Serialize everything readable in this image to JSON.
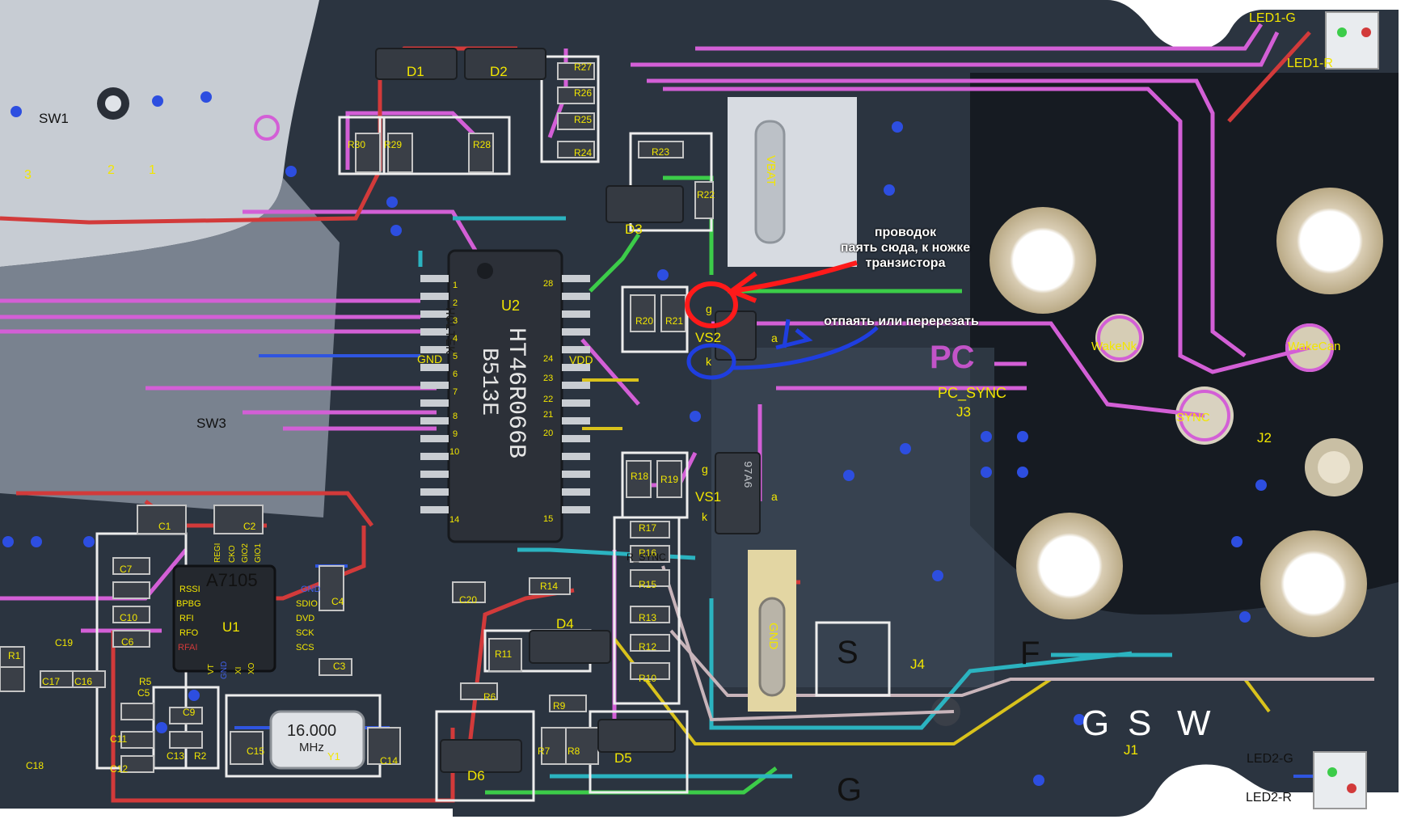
{
  "colors": {
    "board": "#2b3440",
    "trace_magenta": "#d35fd6",
    "trace_red": "#d23a3a",
    "trace_green": "#3ccc49",
    "trace_cyan": "#2bb3c0",
    "trace_blue": "#2f55e0",
    "trace_yellow": "#d9c21c",
    "silkscreen": "#ededed",
    "label_yellow": "#f2e600"
  },
  "components": {
    "diodes": [
      "D1",
      "D2",
      "D3",
      "D4",
      "D5",
      "D6"
    ],
    "resistors": [
      "R27",
      "R26",
      "R25",
      "R24",
      "R23",
      "R22",
      "R30",
      "R29",
      "R28",
      "R20",
      "R21",
      "R18",
      "R19",
      "R17",
      "R16",
      "R15",
      "R14",
      "R13",
      "R12",
      "R11",
      "R10",
      "R9",
      "R8",
      "R7",
      "R6",
      "R5",
      "R2",
      "R1"
    ],
    "capacitors": [
      "C1",
      "C2",
      "C3",
      "C4",
      "C5",
      "C6",
      "C7",
      "C9",
      "C10",
      "C11",
      "C12",
      "C13",
      "C14",
      "C15",
      "C16",
      "C17",
      "C18",
      "C19",
      "C20"
    ],
    "ic_u2": {
      "ref": "U2",
      "part_line1": "HT46R066B",
      "part_line2": "B513E",
      "brand": "HOLTEK"
    },
    "ic_u1": {
      "ref": "U1",
      "part": "A7105"
    },
    "crystal": {
      "ref": "Y1",
      "freq_line1": "16.000",
      "freq_line2": "MHz"
    },
    "transistors": [
      {
        "ref": "VS2",
        "pins": [
          "g",
          "k",
          "a"
        ]
      },
      {
        "ref": "VS1",
        "pins": [
          "g",
          "k",
          "a"
        ],
        "marking": "97A6"
      }
    ],
    "u2_pins": [
      "1",
      "2",
      "3",
      "4",
      "5",
      "6",
      "7",
      "8",
      "9",
      "10",
      "14",
      "28",
      "24",
      "23",
      "22",
      "21",
      "20",
      "15"
    ],
    "u1_pins_left": [
      "RSSI",
      "BPBG",
      "RFI",
      "RFO",
      "RFAI"
    ],
    "u1_pins_right": [
      "GND",
      "SDIO",
      "DVD",
      "SCK",
      "SCS"
    ],
    "u1_pins_top": [
      "REGI",
      "CKO",
      "GIO2",
      "GIO1"
    ],
    "u1_pins_bottom": [
      "VT",
      "GND",
      "XI",
      "XO"
    ]
  },
  "labels": {
    "sw1": "SW1",
    "sw3": "SW3",
    "pin3": "3",
    "pin2": "2",
    "pin1": "1",
    "vbat": "VBAT",
    "gnd_pad": "GND",
    "gnd_net": "GND",
    "vdd_net": "VDD",
    "pc": "PC",
    "pc_sync": "PC_SYNC",
    "r_sync": "R_SYNC",
    "j1": "J1",
    "j2": "J2",
    "j3": "J3",
    "j4": "J4",
    "wakenk": "WakeNk",
    "wakecan": "WakeCan",
    "sync": "SYNC",
    "led1_g": "LED1-G",
    "led1_r": "LED1-R",
    "led2_g": "LED2-G",
    "led2_r": "LED2-R",
    "s": "S",
    "f": "F",
    "g_bottom": "G",
    "j1_pins": [
      "G",
      "S",
      "W"
    ]
  },
  "annotations": {
    "red_note": [
      "проводок",
      "паять сюда, к ножке",
      "транзистора"
    ],
    "blue_note": "отпаять или перерезать"
  }
}
